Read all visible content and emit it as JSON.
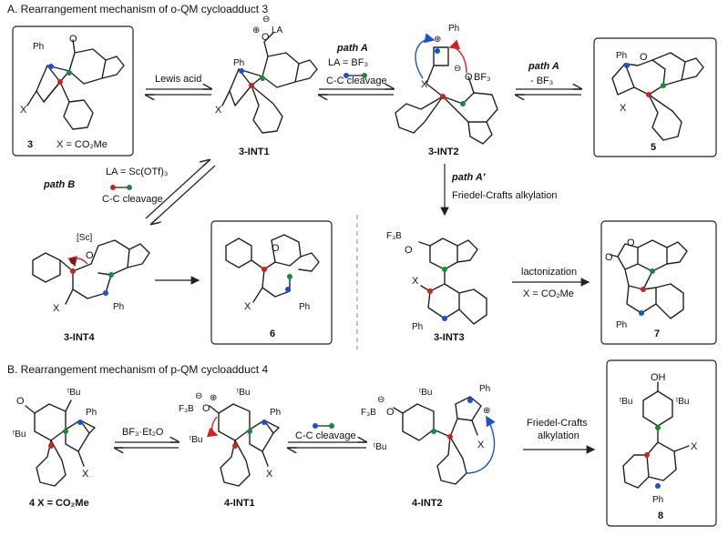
{
  "sections": {
    "a_title": "A. Rearrangement mechanism of o-QM cycloadduct 3",
    "b_title": "B. Rearrangement mechanism of p-QM cycloadduct 4"
  },
  "labels": {
    "c3": "3",
    "c3_x": "X = CO₂Me",
    "int1": "3-INT1",
    "int2": "3-INT2",
    "c5": "5",
    "int4": "3-INT4",
    "c6": "6",
    "int3": "3-INT3",
    "c7": "7",
    "c4": "4 X = CO₂Me",
    "b_int1": "4-INT1",
    "b_int2": "4-INT2",
    "c8": "8"
  },
  "arrows": {
    "lewis_acid": "Lewis acid",
    "path_a": "path A",
    "la_bf3": "LA = BF₃",
    "cc_cleavage": "C-C cleavage",
    "path_a2": "path A",
    "minus_bf3": "- BF₃",
    "path_b": "path B",
    "la_sc": "LA = Sc(OTf)₃",
    "cc_cleavage_b": "C-C cleavage",
    "path_a_prime": "path A′",
    "friedel": "Friedel-Crafts alkylation",
    "lactonization": "lactonization",
    "lact_x": "X = CO₂Me",
    "bf3_et2o": "BF₃·Et₂O",
    "cc_cleavage_p": "C-C cleavage",
    "fc_line1": "Friedel-Crafts",
    "fc_line2": "alkylation"
  },
  "atoms": {
    "ph": "Ph",
    "x": "X",
    "o": "O",
    "oh": "OH",
    "la": "LA",
    "bf3": "BF₃",
    "f3b": "F₃B",
    "sc": "[Sc]",
    "tbu": "ᵗBu",
    "plus": "⊕",
    "minus": "⊖"
  },
  "colors": {
    "blue": "#1a4fd6",
    "red": "#d21f1f",
    "green": "#1a8a3a"
  }
}
